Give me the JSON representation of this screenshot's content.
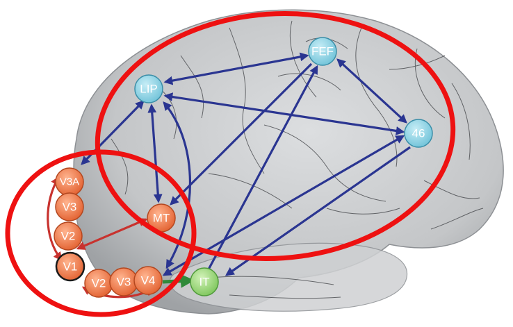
{
  "diagram": {
    "colors": {
      "dorsal_node_fill": "#8fd3e3",
      "dorsal_node_stroke": "#3a8ea8",
      "early_node_fill": "#f27a4a",
      "early_node_stroke": "#b3471f",
      "it_node_fill": "#9ed87a",
      "it_node_stroke": "#4f9a3a",
      "blue_arrow": "#2a3591",
      "red_arrow": "#c8322e",
      "green_arrow": "#2f8a3a",
      "highlight_ring": "#ee1111",
      "brain": "#c4c6c8"
    },
    "nodes": {
      "lip": "LIP",
      "fef": "FEF",
      "a46": "46",
      "mt": "MT",
      "v3a": "V3A",
      "v3": "V3",
      "v2_vertical": "V2",
      "v1": "V1",
      "v2_row": "V2",
      "v3_row": "V3",
      "v4": "V4",
      "it": "IT"
    }
  }
}
